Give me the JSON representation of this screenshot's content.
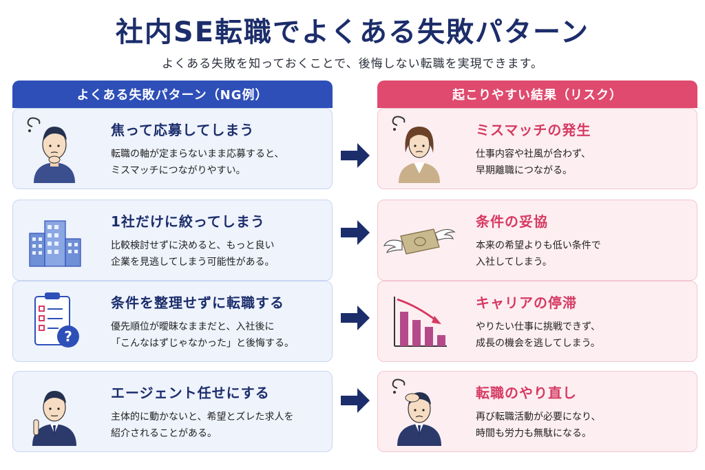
{
  "title": "社内SE転職でよくある失敗パターン",
  "subtitle": "よくある失敗を知っておくことで、後悔しない転職を実現できます。",
  "left_header": "よくある失敗パターン（NG例）",
  "right_header": "起こりやすい結果（リスク）",
  "colors": {
    "navy": "#1c2d6b",
    "blue_header": "#2e4fb8",
    "pink_header": "#df4a6e",
    "pink_text": "#d63a62"
  },
  "patterns": [
    {
      "heading": "焦って応募してしまう",
      "line1": "転職の軸が定まらないまま応募すると、",
      "line2": "ミスマッチにつながりやすい。",
      "icon": "confused-man-icon"
    },
    {
      "heading": "1社だけに絞ってしまう",
      "line1": "比較検討せずに決めると、もっと良い",
      "line2": "企業を見逃してしまう可能性がある。",
      "icon": "office-buildings-icon"
    },
    {
      "heading": "条件を整理せずに転職する",
      "line1": "優先順位が曖昧なままだと、入社後に",
      "line2": "「こんなはずじゃなかった」と後悔する。",
      "icon": "clipboard-question-icon"
    },
    {
      "heading": "エージェント任せにする",
      "line1": "主体的に動かないと、希望とズレた求人を",
      "line2": "紹介されることがある。",
      "icon": "businessman-pointing-icon"
    }
  ],
  "results": [
    {
      "heading": "ミスマッチの発生",
      "line1": "仕事内容や社風が合わず、",
      "line2": "早期離職につながる。",
      "icon": "worried-woman-icon"
    },
    {
      "heading": "条件の妥協",
      "line1": "本来の希望よりも低い条件で",
      "line2": "入社してしまう。",
      "icon": "flying-money-icon"
    },
    {
      "heading": "キャリアの停滞",
      "line1": "やりたい仕事に挑戦できず、",
      "line2": "成長の機会を逃してしまう。",
      "icon": "declining-chart-icon"
    },
    {
      "heading": "転職のやり直し",
      "line1": "再び転職活動が必要になり、",
      "line2": "時間も労力も無駄になる。",
      "icon": "stressed-man-icon"
    }
  ]
}
